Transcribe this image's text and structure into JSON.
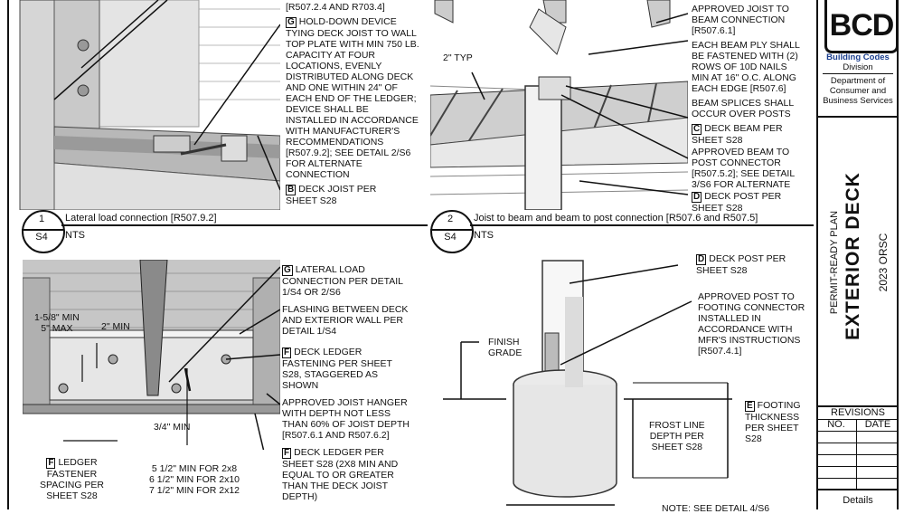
{
  "detail1": {
    "number": "1",
    "sheet": "S4",
    "title": "Lateral load connection [R507.9.2]",
    "scale": "NTS",
    "notes": {
      "top_ref": "[R507.2.4 AND R703.4]",
      "g_tag": "G",
      "g_text": [
        "HOLD-DOWN DEVICE",
        "TYING DECK JOIST TO WALL",
        "TOP PLATE WITH MIN 750 LB.",
        "CAPACITY AT FOUR",
        "LOCATIONS, EVENLY",
        "DISTRIBUTED ALONG DECK",
        "AND ONE WITHIN 24\" OF",
        "EACH END OF THE LEDGER;",
        "DEVICE SHALL BE",
        "INSTALLED IN ACCORDANCE",
        "WITH MANUFACTURER'S",
        "RECOMMENDATIONS",
        "[R507.9.2]; SEE DETAIL 2/S6",
        "FOR ALTERNATE",
        "CONNECTION"
      ],
      "b_tag": "B",
      "b_text": [
        "DECK JOIST PER",
        "SHEET S28"
      ]
    }
  },
  "detail2": {
    "number": "2",
    "sheet": "S4",
    "title": "Joist to beam and beam to post connection [R507.6 and R507.5]",
    "scale": "NTS",
    "typ_label": "2\" TYP",
    "notes": {
      "n1": [
        "APPROVED JOIST TO",
        "BEAM CONNECTION",
        "[R507.6.1]"
      ],
      "n2": [
        "EACH BEAM PLY SHALL",
        "BE FASTENED WITH (2)",
        "ROWS OF 10D NAILS",
        "MIN AT 16\" O.C. ALONG",
        "EACH EDGE [R507.6]"
      ],
      "n3": [
        "BEAM SPLICES SHALL",
        "OCCUR OVER POSTS"
      ],
      "c_tag": "C",
      "c_text": [
        "DECK BEAM PER",
        "SHEET S28"
      ],
      "n4": [
        "APPROVED BEAM TO",
        "POST CONNECTOR",
        "[R507.5.2]; SEE DETAIL",
        "3/S6 FOR ALTERNATE"
      ],
      "d_tag": "D",
      "d_text": [
        "DECK POST PER",
        "SHEET S28"
      ],
      "top_line": "APPROVED JOIST TO"
    }
  },
  "detail3": {
    "dims": {
      "d1": [
        "1-5/8\" MIN",
        "5\" MAX"
      ],
      "d2": "2\" MIN",
      "d3": "3/4\" MIN",
      "joist_sizes": [
        "5 1/2\" MIN FOR 2x8",
        "6 1/2\" MIN FOR 2x10",
        "7 1/2\" MIN FOR 2x12"
      ]
    },
    "notes": {
      "g_tag": "G",
      "g_text": [
        "LATERAL LOAD",
        "CONNECTION PER DETAIL",
        "1/S4 OR 2/S6"
      ],
      "flash": [
        "FLASHING BETWEEN DECK",
        "AND EXTERIOR WALL PER",
        "DETAIL 1/S4"
      ],
      "f1_tag": "F",
      "f1_text": [
        "DECK LEDGER",
        "FASTENING PER SHEET",
        "S28, STAGGERED AS",
        "SHOWN"
      ],
      "hanger": [
        "APPROVED JOIST HANGER",
        "WITH DEPTH NOT LESS",
        "THAN 60% OF JOIST DEPTH",
        "[R507.6.1 AND R507.6.2]"
      ],
      "f2_tag": "F",
      "f2_text": [
        "DECK LEDGER PER",
        "SHEET S28 (2x8 MIN AND",
        "EQUAL TO OR GREATER",
        "THAN THE DECK JOIST",
        "DEPTH)"
      ],
      "f3_tag": "F",
      "f3_text": [
        "LEDGER",
        "FASTENER",
        "SPACING PER",
        "SHEET S28"
      ]
    }
  },
  "detail4": {
    "notes": {
      "d_tag": "D",
      "d_text": [
        "DECK POST PER",
        "SHEET S28"
      ],
      "connector": [
        "APPROVED POST TO",
        "FOOTING CONNECTOR",
        "INSTALLED IN",
        "ACCORDANCE WITH",
        "MFR'S INSTRUCTIONS",
        "[R507.4.1]"
      ],
      "grade": [
        "FINISH",
        "GRADE"
      ],
      "e_tag": "E",
      "e_text": [
        "FOOTING",
        "THICKNESS",
        "PER SHEET",
        "S28"
      ],
      "frost": [
        "FROST LINE",
        "DEPTH PER",
        "SHEET S28"
      ],
      "bottom_note": "NOTE: SEE DETAIL 4/S6"
    }
  },
  "title_block": {
    "logo": "BCD",
    "agency": "Building Codes",
    "division": "Division",
    "dept": [
      "Department of",
      "Consumer and",
      "Business Services"
    ],
    "plan_type": "PERMIT-READY PLAN",
    "title": "EXTERIOR DECK",
    "code": "2023 ORSC",
    "revisions": "REVISIONS",
    "col_no": "NO.",
    "col_date": "DATE",
    "sheet_name": "Details"
  }
}
